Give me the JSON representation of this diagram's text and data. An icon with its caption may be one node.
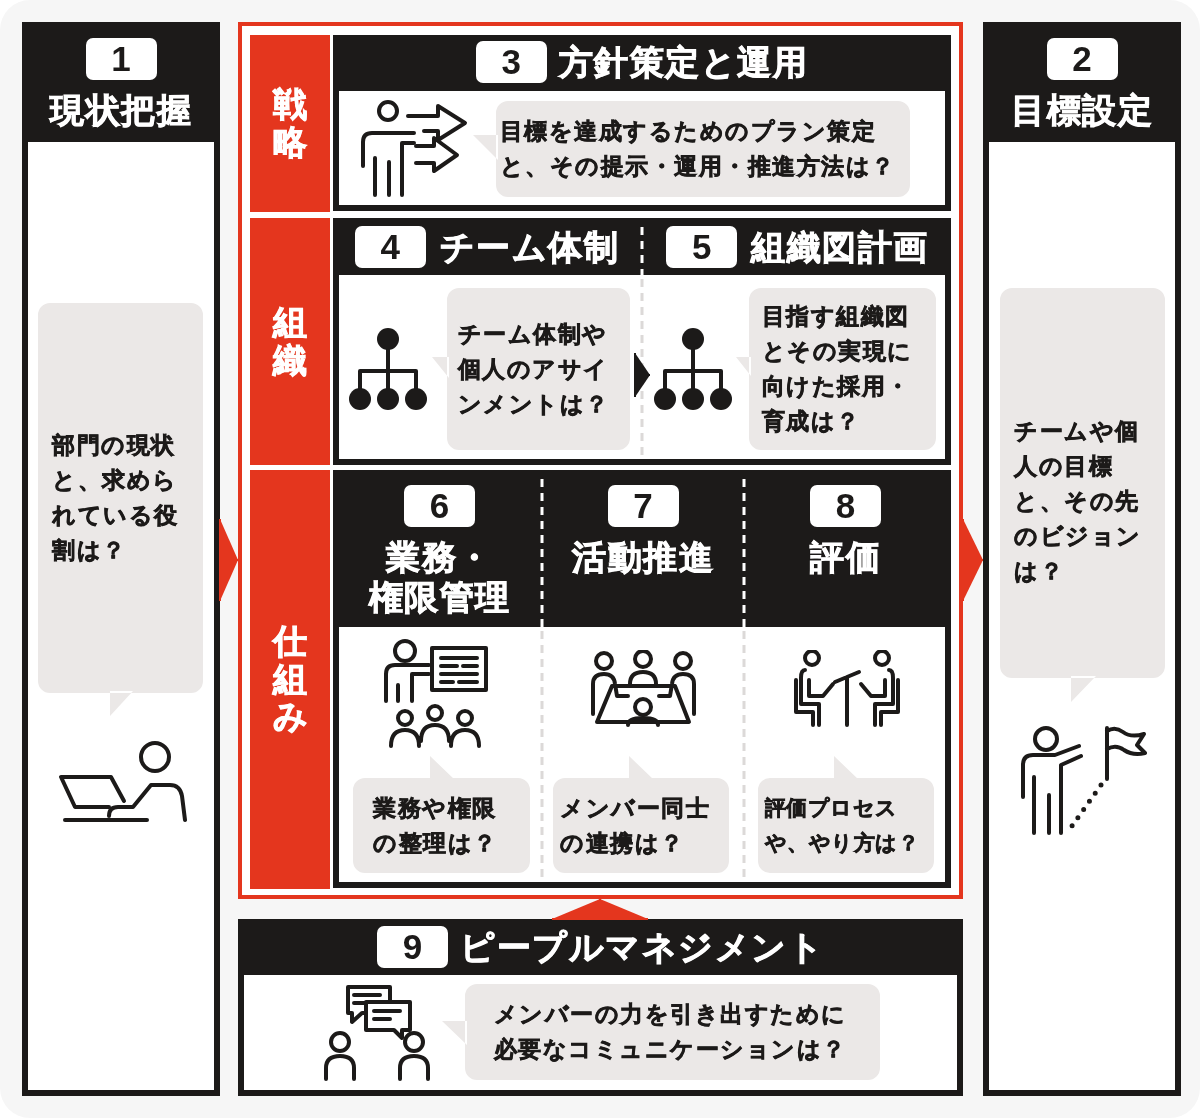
{
  "diagram": {
    "nodes": [
      {
        "text": [
          "1",
          "現状把握"
        ]
      },
      {
        "text": [
          "部門の現状と、求められている役割は？"
        ],
        "in": 0
      },
      {
        "text": [],
        "shape": "box"
      },
      {
        "text": [
          "戦略"
        ],
        "in": 2
      },
      {
        "text": [
          "3",
          "方針策定と運用"
        ],
        "in": 2
      },
      {
        "text": [
          "目標を達成するためのプラン策定と、その提示・運用・推進方法は？"
        ],
        "in": 4
      },
      {
        "text": [
          "組織"
        ],
        "in": 2
      },
      {
        "text": [],
        "shape": "box",
        "in": 2
      },
      {
        "text": [
          "4",
          "チーム体制"
        ],
        "in": 7
      },
      {
        "text": [
          "チーム体制や個人のアサインメントは？"
        ],
        "in": 8
      },
      {
        "text": [
          "5",
          "組織図計画"
        ],
        "in": 7
      },
      {
        "text": [
          "目指す組織図とその実現に向けた採用・育成は？"
        ],
        "in": 10
      },
      {
        "text": [
          "仕組み"
        ],
        "in": 2
      },
      {
        "text": [],
        "shape": "box",
        "in": 2
      },
      {
        "text": [
          "6",
          "業務・権限管理"
        ],
        "in": 13
      },
      {
        "text": [
          "業務や権限の整理は？"
        ],
        "in": 14
      },
      {
        "text": [
          "7",
          "活動推進"
        ],
        "in": 13
      },
      {
        "text": [
          "メンバー同士の連携は？"
        ],
        "in": 16
      },
      {
        "text": [
          "8",
          "評価"
        ],
        "in": 13
      },
      {
        "text": [
          "評価プロセスや、やり方は？"
        ],
        "in": 18
      },
      {
        "text": [
          "2",
          "目標設定"
        ]
      },
      {
        "text": [
          "チームや個人の目標と、その先のビジョンは？"
        ],
        "in": 20
      },
      {
        "text": [
          "9",
          "ピープルマネジメント"
        ]
      },
      {
        "text": [
          "メンバーの力を引き出すために必要なコミュニケーションは？"
        ],
        "in": 22
      }
    ],
    "edges": [
      {
        "from": 0,
        "to": 2,
        "arrow": "to"
      },
      {
        "from": 2,
        "to": 20,
        "arrow": "to"
      },
      {
        "from": 22,
        "to": 2,
        "arrow": "to"
      },
      {
        "from": 8,
        "to": 10,
        "arrow": "to",
        "color": "#1c1a19"
      }
    ]
  }
}
